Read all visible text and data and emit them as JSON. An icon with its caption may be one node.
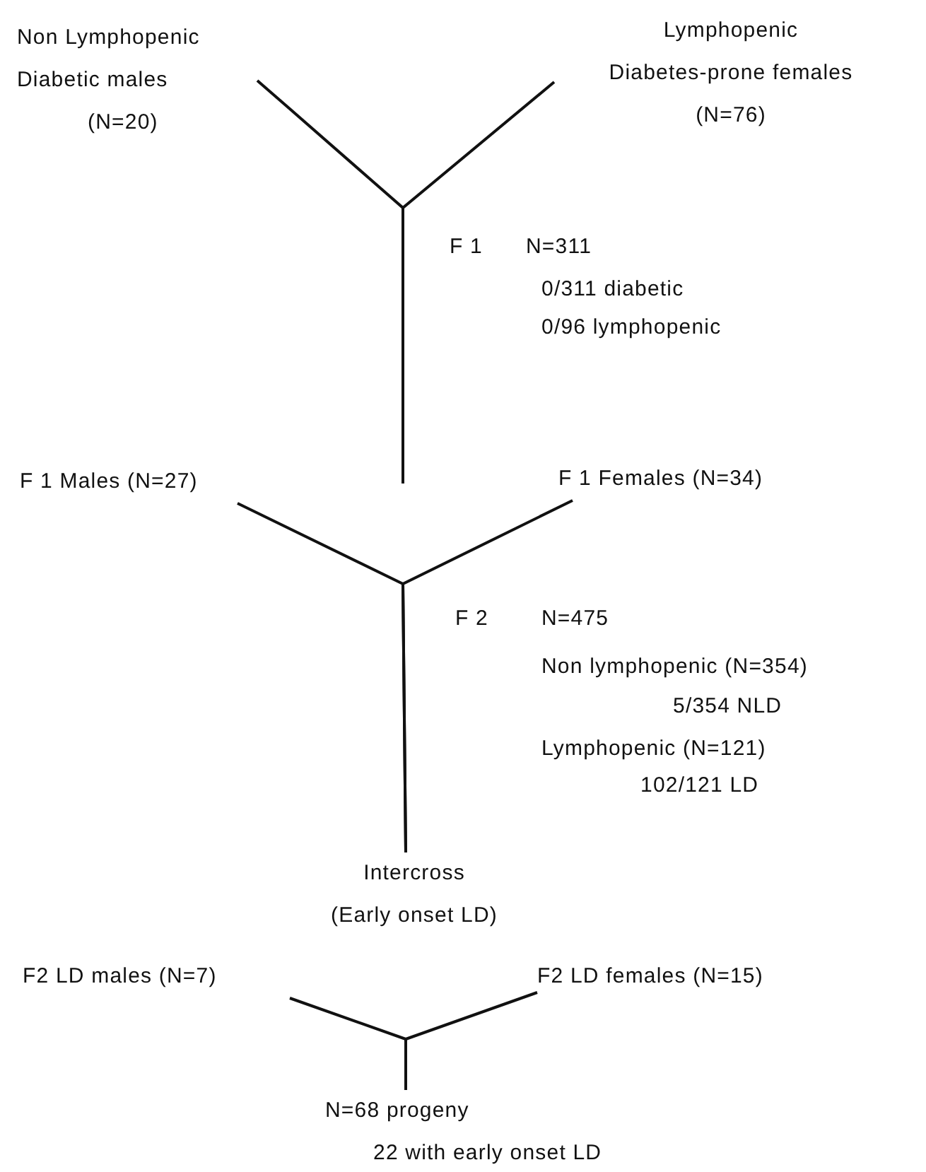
{
  "diagram": {
    "nodes": [
      {
        "text": [
          "Non Lymphopenic",
          "Diabetic males",
          "(N=20)"
        ]
      },
      {
        "text": [
          "Lymphopenic",
          "Diabetes-prone females",
          "(N=76)"
        ]
      },
      {
        "text": [
          "F 1 Males (N=27)"
        ]
      },
      {
        "text": [
          "F 1 Females (N=34)"
        ]
      },
      {
        "text": [
          "Intercross",
          "(Early onset LD)"
        ]
      },
      {
        "text": [
          "F2 LD males (N=7)"
        ]
      },
      {
        "text": [
          "F2 LD females (N=15)"
        ]
      },
      {
        "text": [
          "N=68 progeny",
          "22 with early onset LD"
        ]
      }
    ],
    "edges": [
      {
        "from": 0,
        "to": null,
        "arrow": "none"
      },
      {
        "from": 1,
        "to": null,
        "arrow": "none"
      },
      {
        "from": 2,
        "to": 4,
        "arrow": "none"
      },
      {
        "from": 3,
        "to": 4,
        "arrow": "none"
      },
      {
        "from": 5,
        "to": 7,
        "arrow": "none"
      },
      {
        "from": 6,
        "to": 7,
        "arrow": "none"
      }
    ],
    "labels": [
      "F 1",
      "N=311",
      "0/311 diabetic",
      "0/96 lymphopenic",
      "F 2",
      "N=475",
      "Non lymphopenic (N=354)",
      "5/354 NLD",
      "Lymphopenic (N=121)",
      "102/121 LD"
    ]
  }
}
